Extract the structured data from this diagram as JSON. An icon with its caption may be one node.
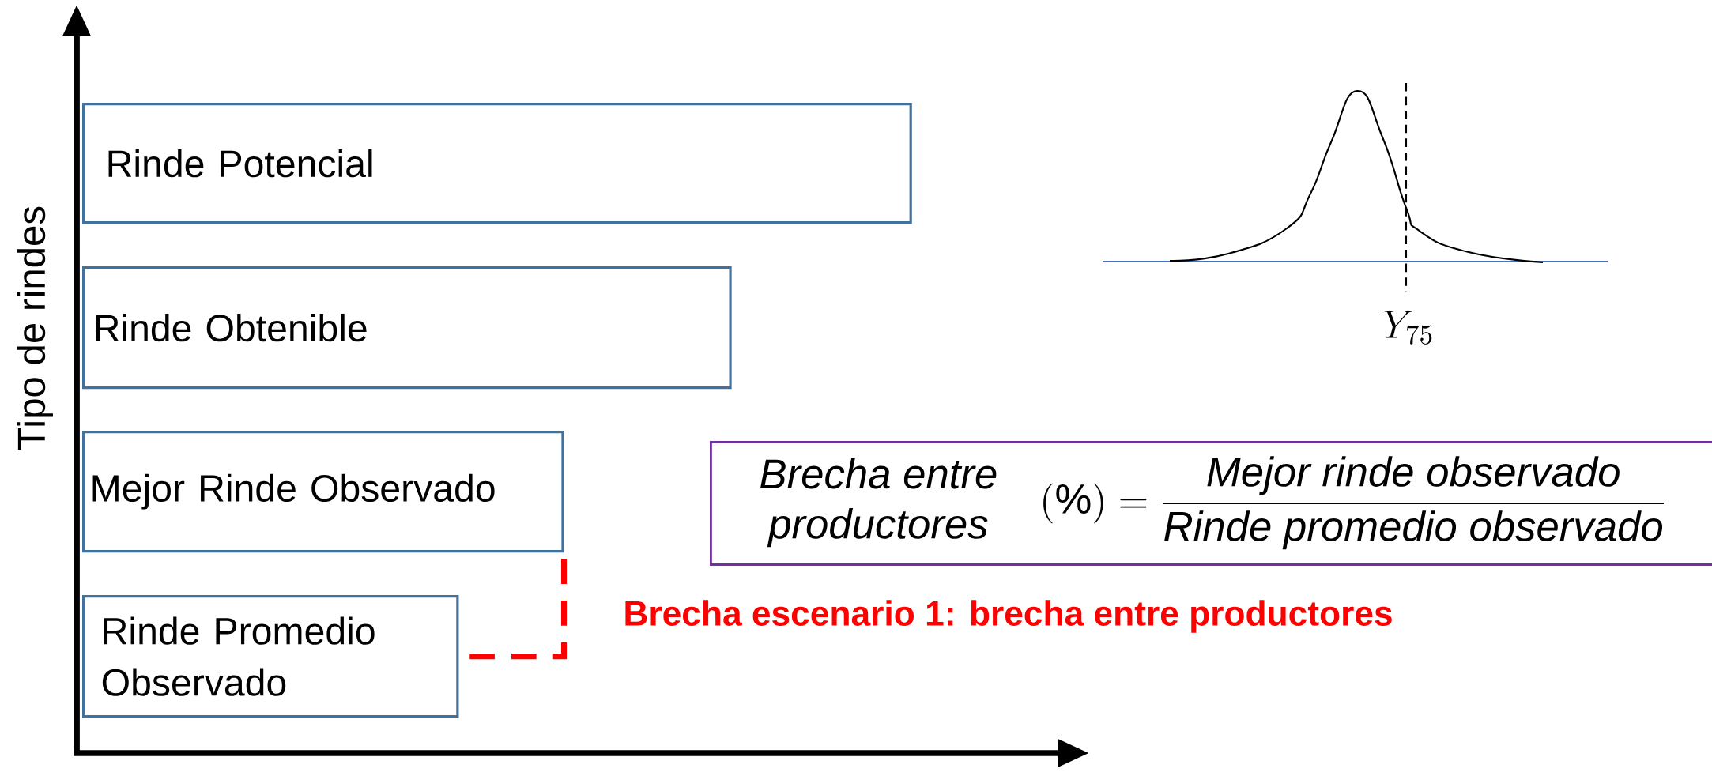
{
  "diagram": {
    "nodes": [
      {
        "text": [
          "Rinde Potencial"
        ]
      },
      {
        "text": [
          "Rinde Obtenible"
        ]
      },
      {
        "text": [
          "Mejor Rinde Observado"
        ]
      },
      {
        "text": [
          "Rinde Promedio Observado"
        ]
      },
      {
        "text": [
          "\\begin{matrix}\\mathit{Brecha\\ entre}\\\\ \\mathit{productores}\\end{matrix}\\quad(\\%)=\\frac{\\mathit{Mejor\\ rinde\\ observado}}{\\mathit{Rinde\\ promedio\\ observado}}"
        ]
      }
    ],
    "edges": [
      {
        "from": 2,
        "to": 3,
        "arrow": "none",
        "style": "dashed",
        "color": "#ff0000"
      }
    ],
    "labels": [
      "Tipo de rindes",
      "Y_{75}",
      "Brecha escenario 1: brecha entre productores"
    ]
  }
}
